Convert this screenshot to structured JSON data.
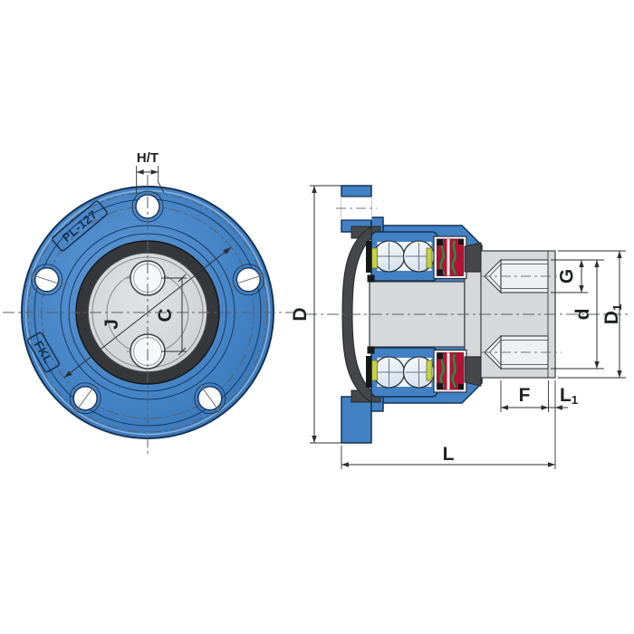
{
  "front_view": {
    "model_label": "PL-127",
    "brand_label": "FKL",
    "dim_hole_thread": "H/T",
    "dim_set_screws": "C",
    "dim_bolt_circle": "J"
  },
  "section_view": {
    "dim_flange_diameter": "D",
    "dim_thread_g": "G",
    "dim_shaft_d": "d",
    "dim_hub": {
      "base": "D",
      "sub": "1"
    },
    "dim_thread_length_f": "F",
    "dim_end": {
      "base": "L",
      "sub": "1"
    },
    "dim_overall_length": "L"
  },
  "colors": {
    "housing_blue": "#4181c4",
    "outline_navy": "#163254",
    "shaft_gray": "#d6d8da",
    "shield_dark": "#46474b",
    "seal_red": "#b51233",
    "seal_green": "#189648",
    "cage_yellow": "#c3d245",
    "line_dark": "#2d2f31"
  }
}
